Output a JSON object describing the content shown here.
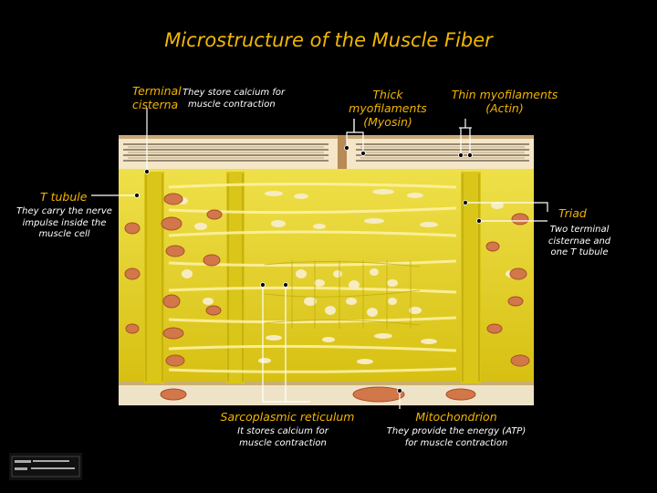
{
  "title": "Microstructure of the Muscle Fiber",
  "labels": {
    "terminal_cisterna": {
      "title_line1": "Terminal",
      "title_line2": "cisterna",
      "desc_line1": "They store calcium for",
      "desc_line2": "muscle contraction"
    },
    "thick_myofilaments": {
      "line1": "Thick myofilaments",
      "line2": "(Myosin)"
    },
    "thin_myofilaments": {
      "line1": "Thin myofilaments",
      "line2": "(Actin)"
    },
    "t_tubule": {
      "title": "T tubule",
      "desc_line1": "They carry the nerve",
      "desc_line2": "impulse inside the",
      "desc_line3": "muscle cell"
    },
    "triad": {
      "title": "Triad",
      "desc_line1": "Two terminal",
      "desc_line2": "cisternae and",
      "desc_line3": "one T tubule"
    },
    "sarcoplasmic_reticulum": {
      "title": "Sarcoplasmic reticulum",
      "desc_line1": "It stores calcium for",
      "desc_line2": "muscle contraction"
    },
    "mitochondrion": {
      "title": "Mitochondrion",
      "desc_line1": "They provide the energy (ATP)",
      "desc_line2": "for muscle contraction"
    }
  },
  "colors": {
    "title": "#f2b705",
    "label": "#f4b400",
    "description": "#ffffff",
    "sarcoplasm": "#e6d21f",
    "mitochondria": "#d2774a",
    "myofibril": "#f7e8c8"
  }
}
